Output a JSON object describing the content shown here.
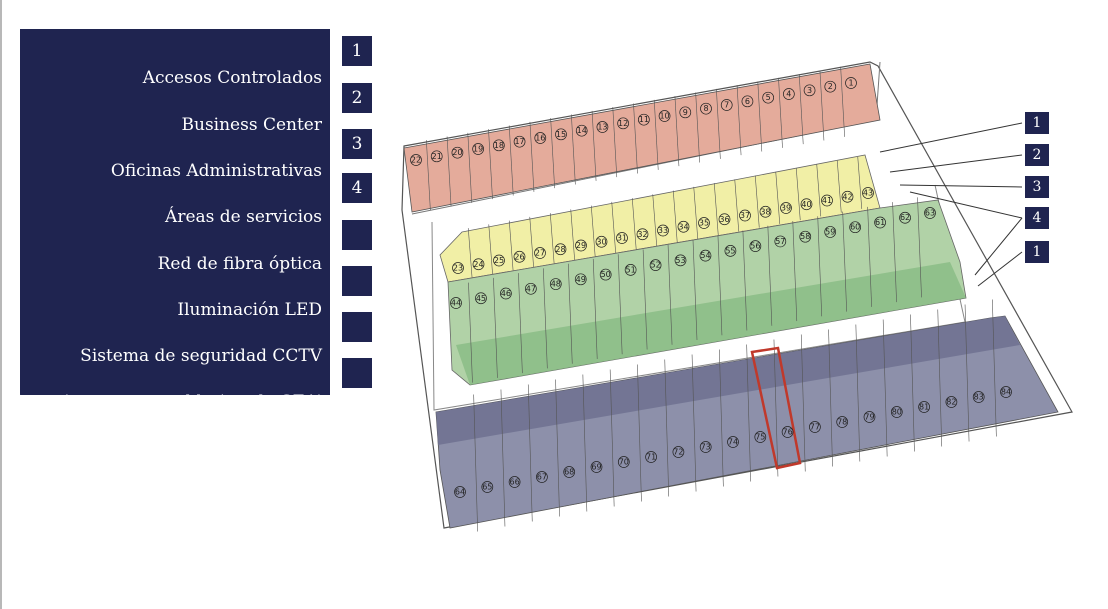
{
  "legend": {
    "items": [
      {
        "label": "Accesos Controlados",
        "num": "1"
      },
      {
        "label": "Business Center",
        "num": "2"
      },
      {
        "label": "Oficinas Administrativas",
        "num": "3"
      },
      {
        "label": "Áreas de servicios",
        "num": "4"
      },
      {
        "label": "Red de fibra óptica",
        "num": ""
      },
      {
        "label": "Iluminación LED",
        "num": ""
      },
      {
        "label": "Sistema de seguridad CCTV",
        "num": ""
      },
      {
        "label": "Drenaje y agua potable (por la CEA)",
        "num": ""
      }
    ]
  },
  "map": {
    "callouts": [
      "1",
      "2",
      "3",
      "4",
      "1"
    ],
    "rows": [
      {
        "name": "top-row",
        "from": 1,
        "to": 22,
        "color": "#e4ab9b"
      },
      {
        "name": "yellow-row",
        "from": 23,
        "to": 43,
        "color": "#f1efa6"
      },
      {
        "name": "green-row",
        "from": 44,
        "to": 63,
        "color": "#b1d2a7"
      },
      {
        "name": "bottom-row",
        "from": 64,
        "to": 84,
        "color": "#8d90aa"
      }
    ],
    "highlighted_lot": "76",
    "highlight_color": "#c0392b"
  }
}
